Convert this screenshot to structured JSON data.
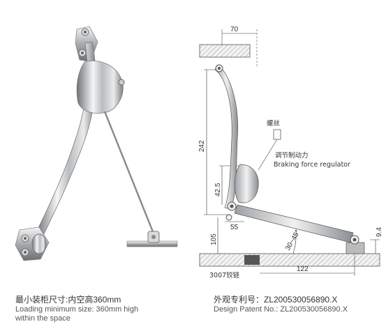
{
  "drawing": {
    "dim_top_width": "70",
    "dim_arm_length": "242",
    "dim_hinge_offset": "42.5",
    "dim_base_offset": "55",
    "dim_bottom_height": "105",
    "dim_angle": "30~45°",
    "dim_bracket_height": "9.4",
    "dim_base_length": "122",
    "label_screw": "螺丝",
    "label_regulator_cn": "调节制动力",
    "label_regulator_en": "Braking force regulator",
    "label_hinge": "3007铰链"
  },
  "captions": {
    "left_cn": "最小装柜尺寸:内空高360mm",
    "left_en_line1": "Loading minimum size: 360mm high",
    "left_en_line2": "within the space",
    "right_cn": "外观专利号：ZL200530056890.X",
    "right_en": "Design Patent No.: ZL200530056890.X"
  }
}
